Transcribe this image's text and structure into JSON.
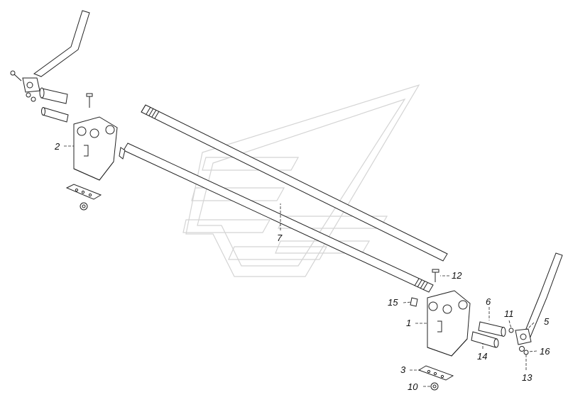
{
  "watermark_icon": "kamaz-logo-watermark",
  "callouts": [
    {
      "id": "1",
      "label": "1"
    },
    {
      "id": "2",
      "label": "2"
    },
    {
      "id": "3",
      "label": "3"
    },
    {
      "id": "5",
      "label": "5"
    },
    {
      "id": "6",
      "label": "6"
    },
    {
      "id": "7",
      "label": "7"
    },
    {
      "id": "10",
      "label": "10"
    },
    {
      "id": "11",
      "label": "11"
    },
    {
      "id": "12",
      "label": "12"
    },
    {
      "id": "13",
      "label": "13"
    },
    {
      "id": "14",
      "label": "14"
    },
    {
      "id": "15",
      "label": "15"
    },
    {
      "id": "16",
      "label": "16"
    }
  ]
}
